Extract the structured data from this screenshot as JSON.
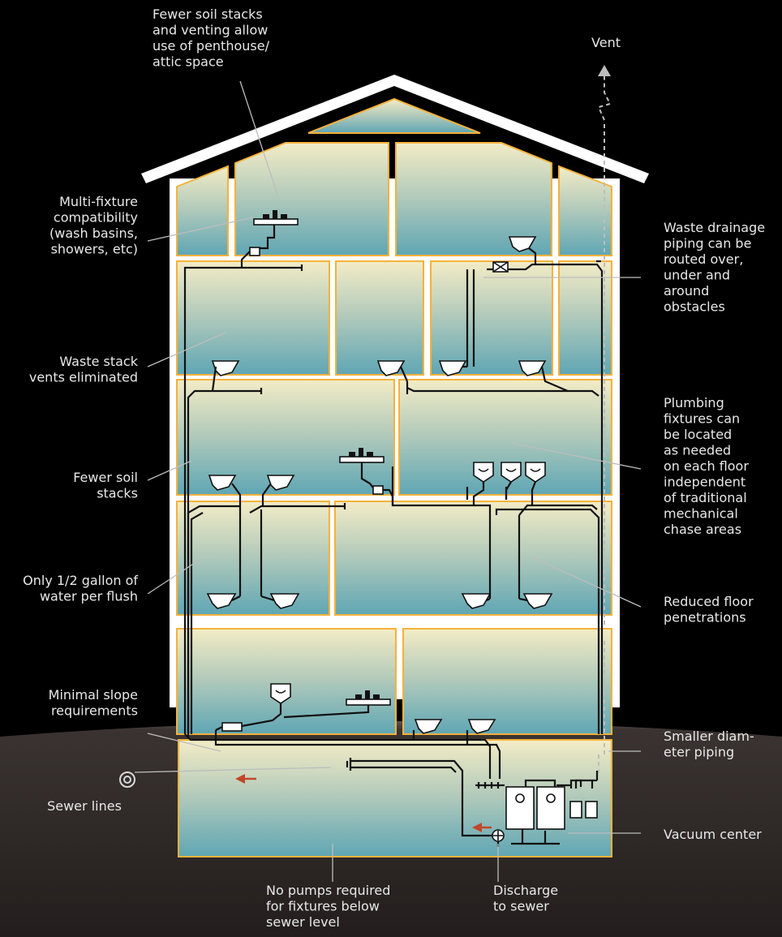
{
  "labels": {
    "fewer_soil_stacks_venting": [
      "Fewer soil stacks",
      "and venting allow",
      "use of penthouse/",
      "attic space"
    ],
    "vent": [
      "Vent"
    ],
    "multi_fixture": [
      "Multi-fixture",
      "compatibility",
      "(wash basins,",
      "showers, etc)"
    ],
    "waste_drainage": [
      "Waste drainage",
      "piping can be",
      "routed over,",
      "under and",
      "around",
      "obstacles"
    ],
    "waste_stack_vents": [
      "Waste stack",
      "vents eliminated"
    ],
    "plumbing_fixtures": [
      "Plumbing",
      "fixtures can",
      "be located",
      "as needed",
      "on each floor",
      "independent",
      "of traditional",
      "mechanical",
      "chase areas"
    ],
    "fewer_soil_stacks": [
      "Fewer soil",
      "stacks"
    ],
    "half_gallon": [
      "Only 1/2 gallon of",
      "water per flush"
    ],
    "reduced_floor": [
      "Reduced floor",
      "penetrations"
    ],
    "minimal_slope": [
      "Minimal slope",
      "requirements"
    ],
    "smaller_diameter": [
      "Smaller diam-",
      "eter piping"
    ],
    "sewer_lines": [
      "Sewer lines"
    ],
    "vacuum_center": [
      "Vacuum center"
    ],
    "no_pumps": [
      "No pumps required",
      "for fixtures below",
      "sewer level"
    ],
    "discharge": [
      "Discharge",
      "to sewer"
    ]
  },
  "colors": {
    "background": "#000000",
    "ground": "#2b2523",
    "wall": "#ffffff",
    "room_outline": "#f4b23c",
    "pipe": "#111111",
    "flow_arrow": "#c0472a",
    "leader": "#bdbdbd",
    "text": "#e8e8e8"
  }
}
